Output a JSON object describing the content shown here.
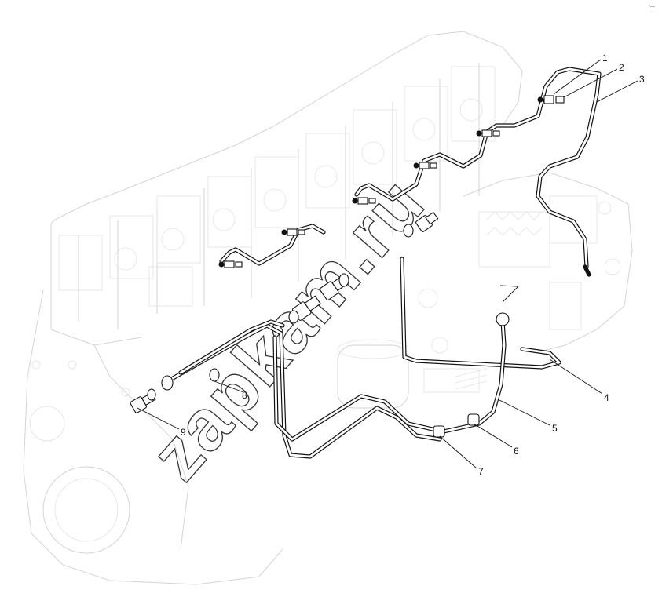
{
  "watermark": "zapkam.ru",
  "corner_mark": "r—",
  "callouts": [
    {
      "id": "callout-1",
      "label": "1"
    },
    {
      "id": "callout-2",
      "label": "2"
    },
    {
      "id": "callout-3",
      "label": "3"
    },
    {
      "id": "callout-4",
      "label": "4"
    },
    {
      "id": "callout-5",
      "label": "5"
    },
    {
      "id": "callout-6",
      "label": "6"
    },
    {
      "id": "callout-7",
      "label": "7"
    },
    {
      "id": "callout-8",
      "label": "8"
    },
    {
      "id": "callout-9",
      "label": "9"
    }
  ]
}
